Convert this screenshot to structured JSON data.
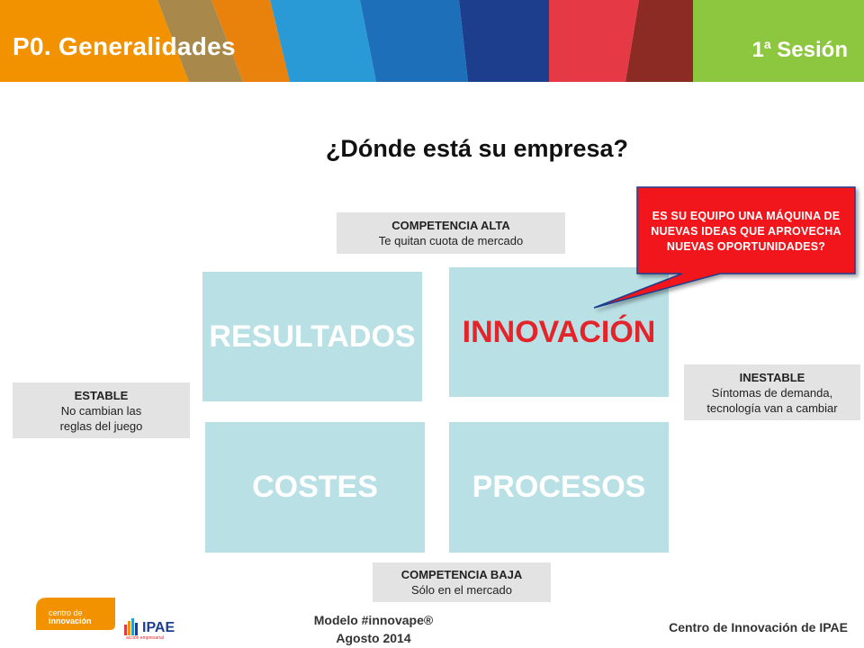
{
  "header": {
    "title": "P0. Generalidades",
    "session": "1",
    "session_sup": "a",
    "session_label": "Sesión",
    "stripe_colors": [
      "#f39200",
      "#a88a4a",
      "#e8820c",
      "#2a9ad6",
      "#1c5fa8",
      "#1d3e8c",
      "#e63946",
      "#8c2a24",
      "#8dc63f"
    ]
  },
  "question": "¿Dónde está su empresa?",
  "quadrants": {
    "top_left": "RESULTADOS",
    "top_right": "INNOVACIÓN",
    "bottom_left": "COSTES",
    "bottom_right": "PROCESOS"
  },
  "labels": {
    "top": {
      "title": "COMPETENCIA ALTA",
      "text": "Te quitan cuota de mercado"
    },
    "bottom": {
      "title": "COMPETENCIA BAJA",
      "text": "Sólo en el mercado"
    },
    "left": {
      "title": "ESTABLE",
      "line1": "No cambian las",
      "line2": "reglas del juego"
    },
    "right": {
      "title": "INESTABLE",
      "line1": "Síntomas de demanda,",
      "line2": "tecnología  van a cambiar"
    }
  },
  "callout": {
    "line1": "ES SU EQUIPO UNA MÁQUINA DE",
    "line2": "NUEVAS IDEAS QUE APROVECHA",
    "line3": "NUEVAS OPORTUNIDADES?",
    "color": "#f0141e"
  },
  "footer": {
    "model": "Modelo #innovape®",
    "date": "Agosto 2014",
    "right": "Centro de Innovación de IPAE",
    "logo1_line1": "centro de",
    "logo1_line2": "innovación",
    "logo2": "IPAE",
    "logo2_sub": "acción empresarial"
  }
}
